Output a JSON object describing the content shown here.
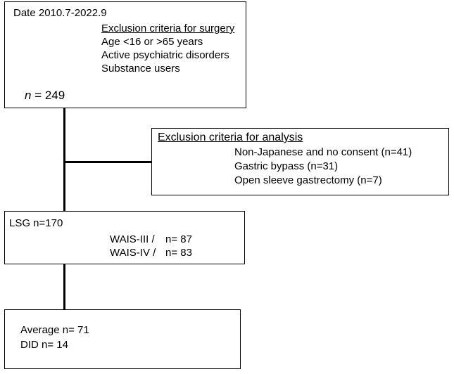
{
  "box1": {
    "date": "Date 2010.7-2022.9",
    "criteria_title": "Exclusion criteria for surgery",
    "criteria": [
      "Age <16 or >65  years",
      "Active psychiatric disorders",
      "Substance users"
    ],
    "n_label": "n",
    "n_value": " = 249"
  },
  "box2": {
    "title": "Exclusion criteria for analysis",
    "items": [
      "Non-Japanese and  no  consent  (n=41)",
      "Gastric bypass (n=31)",
      "Open sleeve gastrectomy (n=7)"
    ]
  },
  "box3": {
    "title": "LSG n=170",
    "rows": [
      {
        "label": "WAIS-III /",
        "value": "n= 87"
      },
      {
        "label": "WAIS-IV /",
        "value": "n= 83"
      }
    ]
  },
  "box4": {
    "lines": [
      "Average n= 71",
      "DID n= 14"
    ]
  }
}
